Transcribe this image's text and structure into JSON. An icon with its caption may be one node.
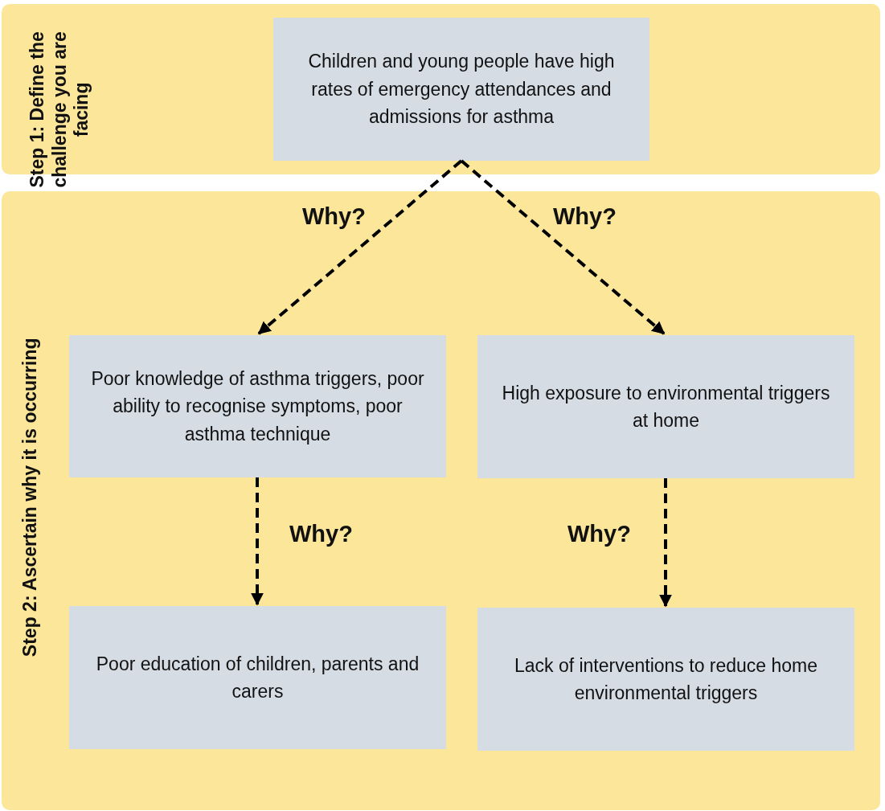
{
  "diagram": {
    "nodes": [
      {
        "text": [
          "Step 1: Define the challenge you are facing"
        ]
      },
      {
        "text": [
          "Children and young people have high rates of emergency attendances and admissions for asthma"
        ],
        "in": 0
      },
      {
        "text": [
          "Step 2: Ascertain why it is occurring"
        ]
      },
      {
        "text": [
          "Poor knowledge of asthma triggers, poor ability to recognise symptoms, poor asthma technique"
        ],
        "in": 2
      },
      {
        "text": [
          "High exposure to environmental triggers at home"
        ],
        "in": 2
      },
      {
        "text": [
          "Poor education of children, parents and carers"
        ],
        "in": 2
      },
      {
        "text": [
          "Lack of interventions to reduce home environmental triggers"
        ],
        "in": 2
      }
    ],
    "edges": [
      {
        "from": 1,
        "to": 3,
        "arrow": "to",
        "label": "Why?",
        "style": "dashed"
      },
      {
        "from": 1,
        "to": 4,
        "arrow": "to",
        "label": "Why?",
        "style": "dashed"
      },
      {
        "from": 3,
        "to": 5,
        "arrow": "to",
        "label": "Why?",
        "style": "dashed"
      },
      {
        "from": 4,
        "to": 6,
        "arrow": "to",
        "label": "Why?",
        "style": "dashed"
      }
    ]
  }
}
